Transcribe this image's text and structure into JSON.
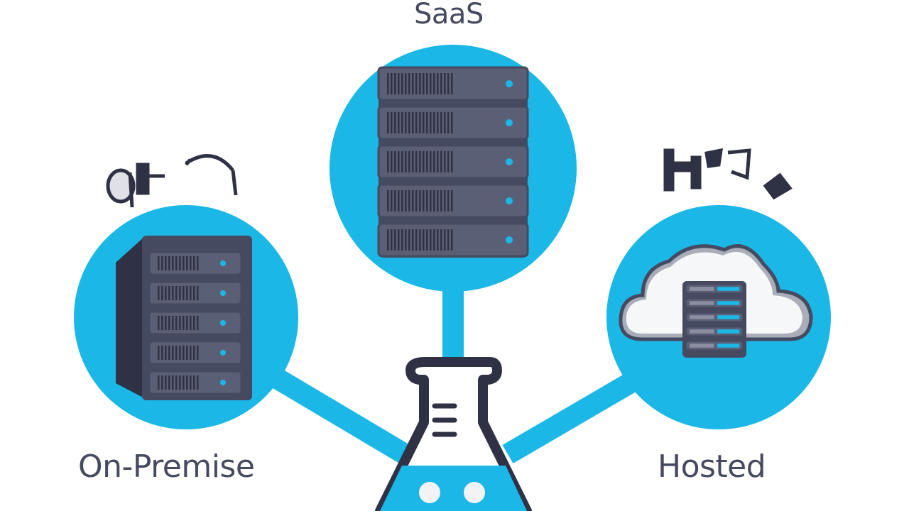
{
  "labels": {
    "saas": "SaaS",
    "on_premise": "On-Premise",
    "hosted": "Hosted"
  },
  "icons": {
    "saas": "server-rack-icon",
    "on_premise": "server-cabinet-icon",
    "hosted": "cloud-server-icon",
    "center": "flask-icon"
  },
  "colors": {
    "accent": "#1bb7e6",
    "dark": "#454a60",
    "server_face": "#5b5f75",
    "background": "#ffffff"
  }
}
